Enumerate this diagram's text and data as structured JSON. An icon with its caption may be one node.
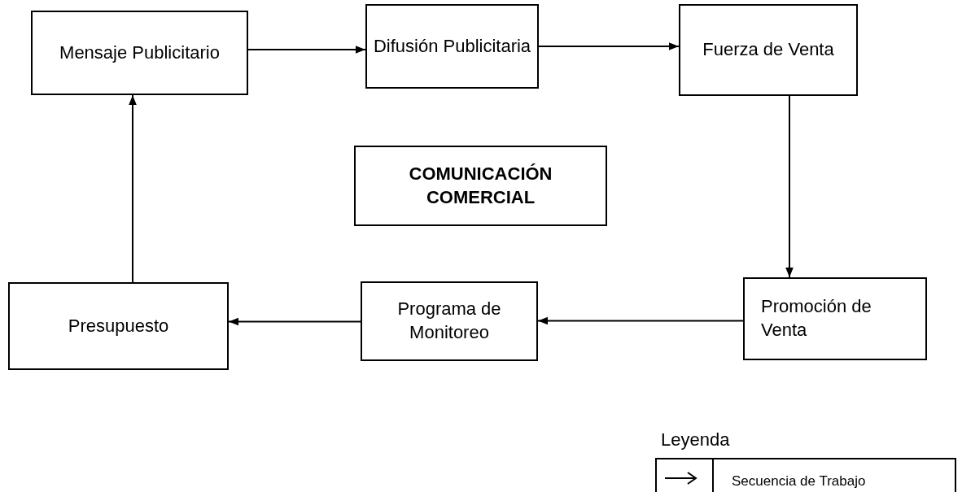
{
  "diagram": {
    "nodes": [
      {
        "text": [
          "Mensaje Publicitario"
        ]
      },
      {
        "text": [
          "Difusión Publicitaria"
        ]
      },
      {
        "text": [
          "Fuerza de Venta"
        ]
      },
      {
        "text": [
          "COMUNICACIÓN COMERCIAL"
        ]
      },
      {
        "text": [
          "Presupuesto"
        ]
      },
      {
        "text": [
          "Programa de Monitoreo"
        ]
      },
      {
        "text": [
          "Promoción de Venta"
        ]
      }
    ],
    "edges": [
      {
        "from": 0,
        "to": 1,
        "arrow": "to"
      },
      {
        "from": 1,
        "to": 2,
        "arrow": "to"
      },
      {
        "from": 2,
        "to": 6,
        "arrow": "to"
      },
      {
        "from": 6,
        "to": 5,
        "arrow": "to"
      },
      {
        "from": 5,
        "to": 4,
        "arrow": "to"
      },
      {
        "from": 4,
        "to": 0,
        "arrow": "to"
      }
    ],
    "labels": [
      "Leyenda"
    ],
    "legend": [
      {
        "text": "Secuencia de Trabajo"
      }
    ]
  }
}
